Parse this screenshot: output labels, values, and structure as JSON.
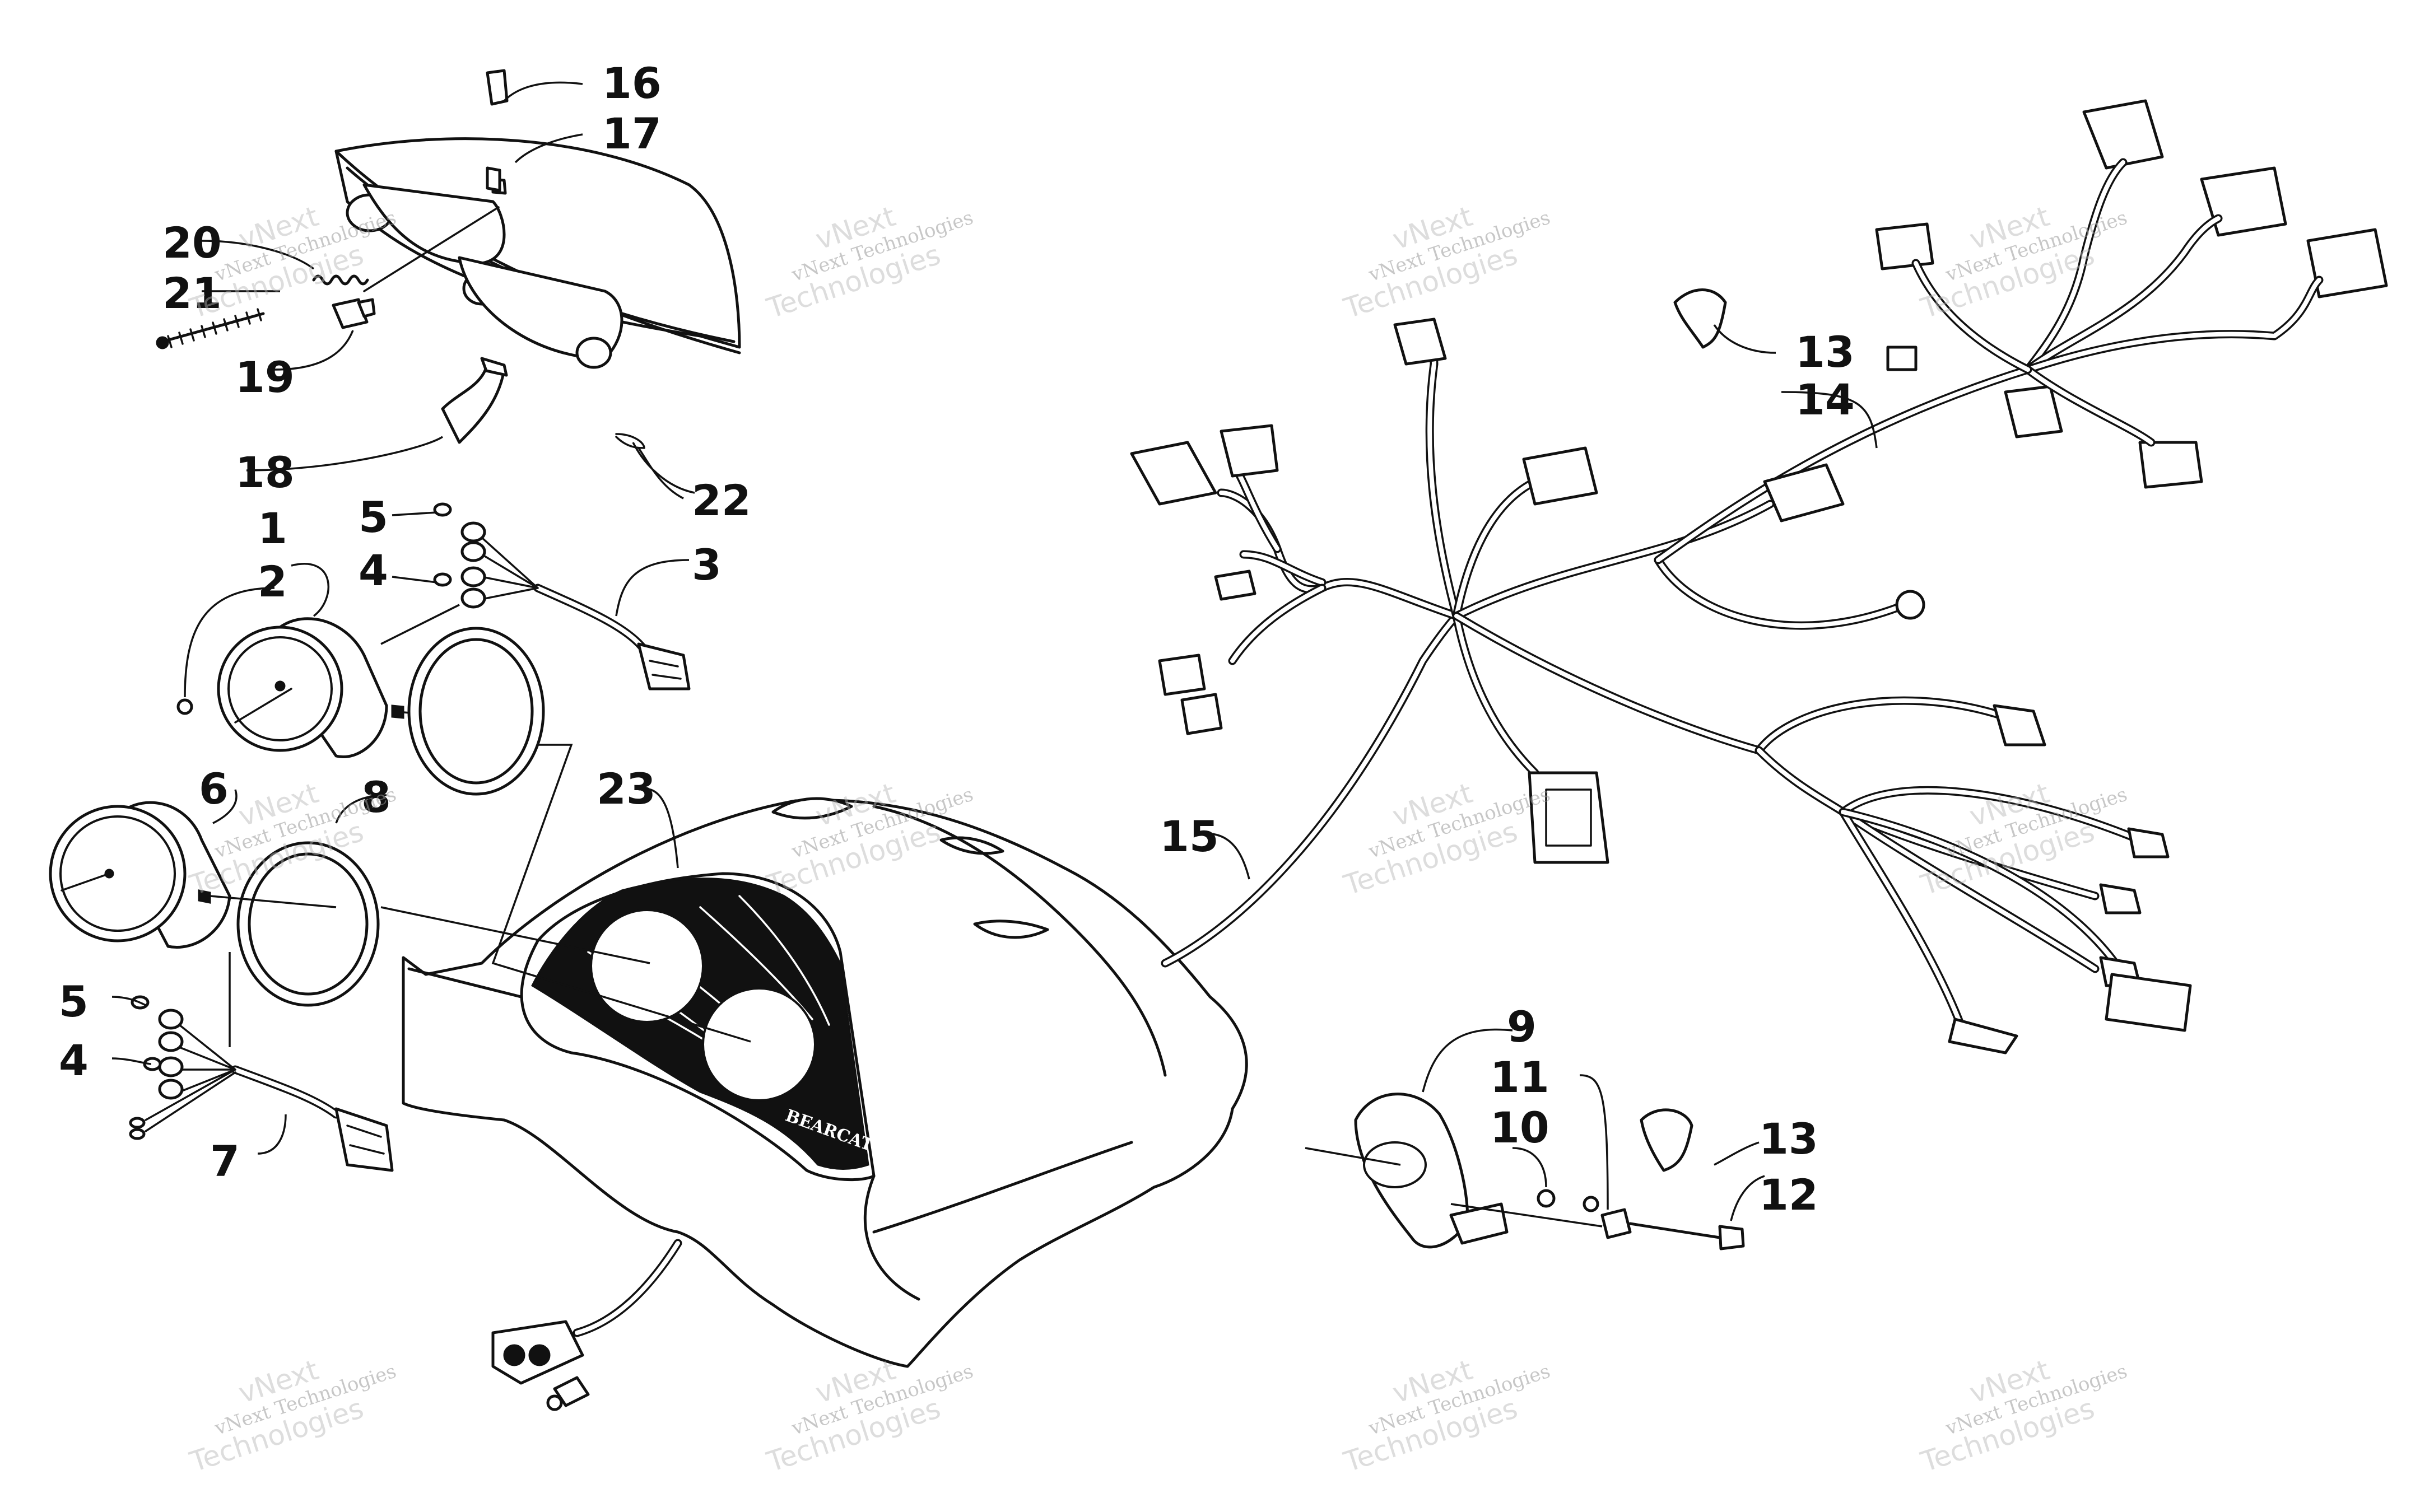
{
  "diagram": {
    "callouts": [
      {
        "id": "c1",
        "label": "1"
      },
      {
        "id": "c2",
        "label": "2"
      },
      {
        "id": "c3",
        "label": "3"
      },
      {
        "id": "c4a",
        "label": "4"
      },
      {
        "id": "c4b",
        "label": "4"
      },
      {
        "id": "c5a",
        "label": "5"
      },
      {
        "id": "c5b",
        "label": "5"
      },
      {
        "id": "c6",
        "label": "6"
      },
      {
        "id": "c7",
        "label": "7"
      },
      {
        "id": "c8",
        "label": "8"
      },
      {
        "id": "c9",
        "label": "9"
      },
      {
        "id": "c10",
        "label": "10"
      },
      {
        "id": "c11",
        "label": "11"
      },
      {
        "id": "c12",
        "label": "12"
      },
      {
        "id": "c13a",
        "label": "13"
      },
      {
        "id": "c13b",
        "label": "13"
      },
      {
        "id": "c14",
        "label": "14"
      },
      {
        "id": "c15",
        "label": "15"
      },
      {
        "id": "c16",
        "label": "16"
      },
      {
        "id": "c17",
        "label": "17"
      },
      {
        "id": "c18",
        "label": "18"
      },
      {
        "id": "c19",
        "label": "19"
      },
      {
        "id": "c20",
        "label": "20"
      },
      {
        "id": "c21",
        "label": "21"
      },
      {
        "id": "c22",
        "label": "22"
      },
      {
        "id": "c23",
        "label": "23"
      }
    ],
    "hood_emblem": "BEARCAT",
    "watermark": {
      "line1": "vNext Technologies",
      "line2": "vNext",
      "line3": "Technologies"
    }
  }
}
